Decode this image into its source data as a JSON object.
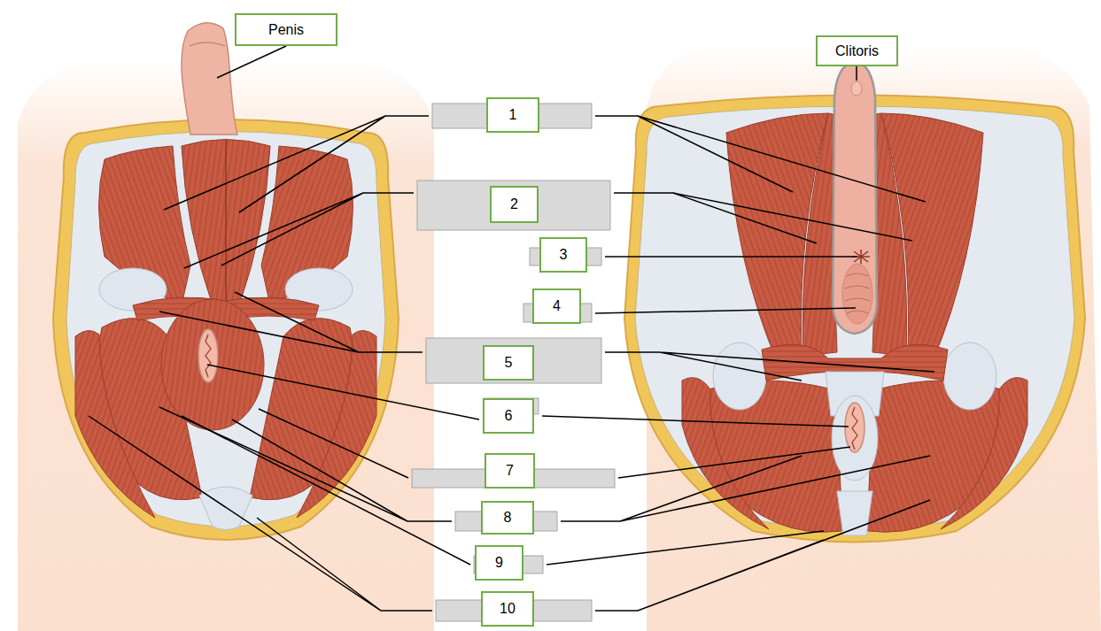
{
  "diagram": {
    "nodes": [
      {
        "text": [
          "Penis"
        ]
      },
      {
        "text": [
          "Clitoris"
        ]
      },
      {
        "text": [
          "1"
        ]
      },
      {
        "text": [
          "2"
        ]
      },
      {
        "text": [
          "3"
        ]
      },
      {
        "text": [
          "4"
        ]
      },
      {
        "text": [
          "5"
        ]
      },
      {
        "text": [
          "6"
        ]
      },
      {
        "text": [
          "7"
        ]
      },
      {
        "text": [
          "8"
        ]
      },
      {
        "text": [
          "9"
        ]
      },
      {
        "text": [
          "10"
        ]
      }
    ]
  }
}
